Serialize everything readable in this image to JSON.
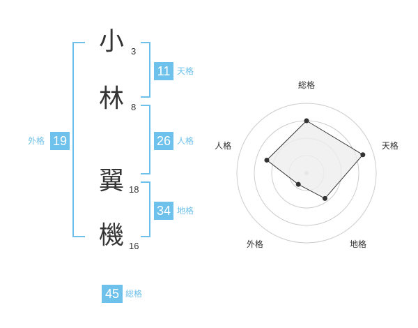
{
  "name_chars": [
    {
      "char": "小",
      "strokes": "3"
    },
    {
      "char": "林",
      "strokes": "8"
    },
    {
      "char": "翼",
      "strokes": "18"
    },
    {
      "char": "機",
      "strokes": "16"
    }
  ],
  "kaku": {
    "tenkaku": {
      "value": "11",
      "label": "天格"
    },
    "jinkaku": {
      "value": "26",
      "label": "人格"
    },
    "chikaku": {
      "value": "34",
      "label": "地格"
    },
    "gaikaku": {
      "value": "19",
      "label": "外格"
    },
    "soukaku": {
      "value": "45",
      "label": "総格"
    }
  },
  "colors": {
    "accent": "#6ec1ea",
    "text": "#333333",
    "grid": "#cccccc",
    "fill": "#eeeeee"
  },
  "chart_data": {
    "type": "radar",
    "axes": [
      "総格",
      "天格",
      "地格",
      "外格",
      "人格"
    ],
    "values": [
      0.75,
      0.85,
      0.45,
      0.2,
      0.6
    ],
    "rings": 4
  }
}
